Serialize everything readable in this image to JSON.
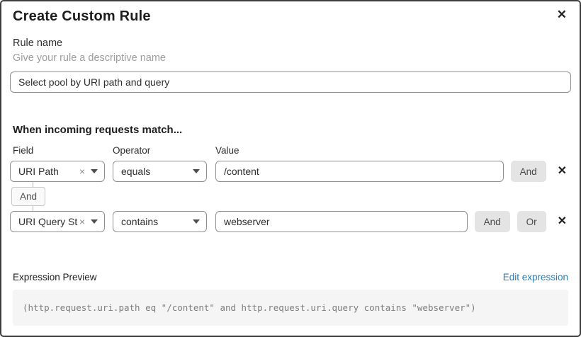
{
  "modal": {
    "title": "Create Custom Rule",
    "close_glyph": "✕"
  },
  "rule_name": {
    "label": "Rule name",
    "helper": "Give your rule a descriptive name",
    "value": "Select pool by URI path and query"
  },
  "matcher": {
    "heading": "When incoming requests match...",
    "columns": {
      "field": "Field",
      "operator": "Operator",
      "value": "Value"
    },
    "rows": [
      {
        "field": "URI Path",
        "operator": "equals",
        "value": "/content"
      },
      {
        "field": "URI Query St...",
        "operator": "contains",
        "value": "webserver"
      }
    ],
    "connector_label": "And",
    "and_label": "And",
    "or_label": "Or",
    "clear_glyph": "×",
    "delete_glyph": "✕"
  },
  "expression": {
    "label": "Expression Preview",
    "edit_link": "Edit expression",
    "code": "(http.request.uri.path eq \"/content\" and http.request.uri.query contains \"webserver\")"
  },
  "colors": {
    "link": "#2c7cb5",
    "logic_button_bg": "#e4e4e4",
    "code_bg": "#f5f5f5",
    "modal_border": "#3d3d3d"
  }
}
